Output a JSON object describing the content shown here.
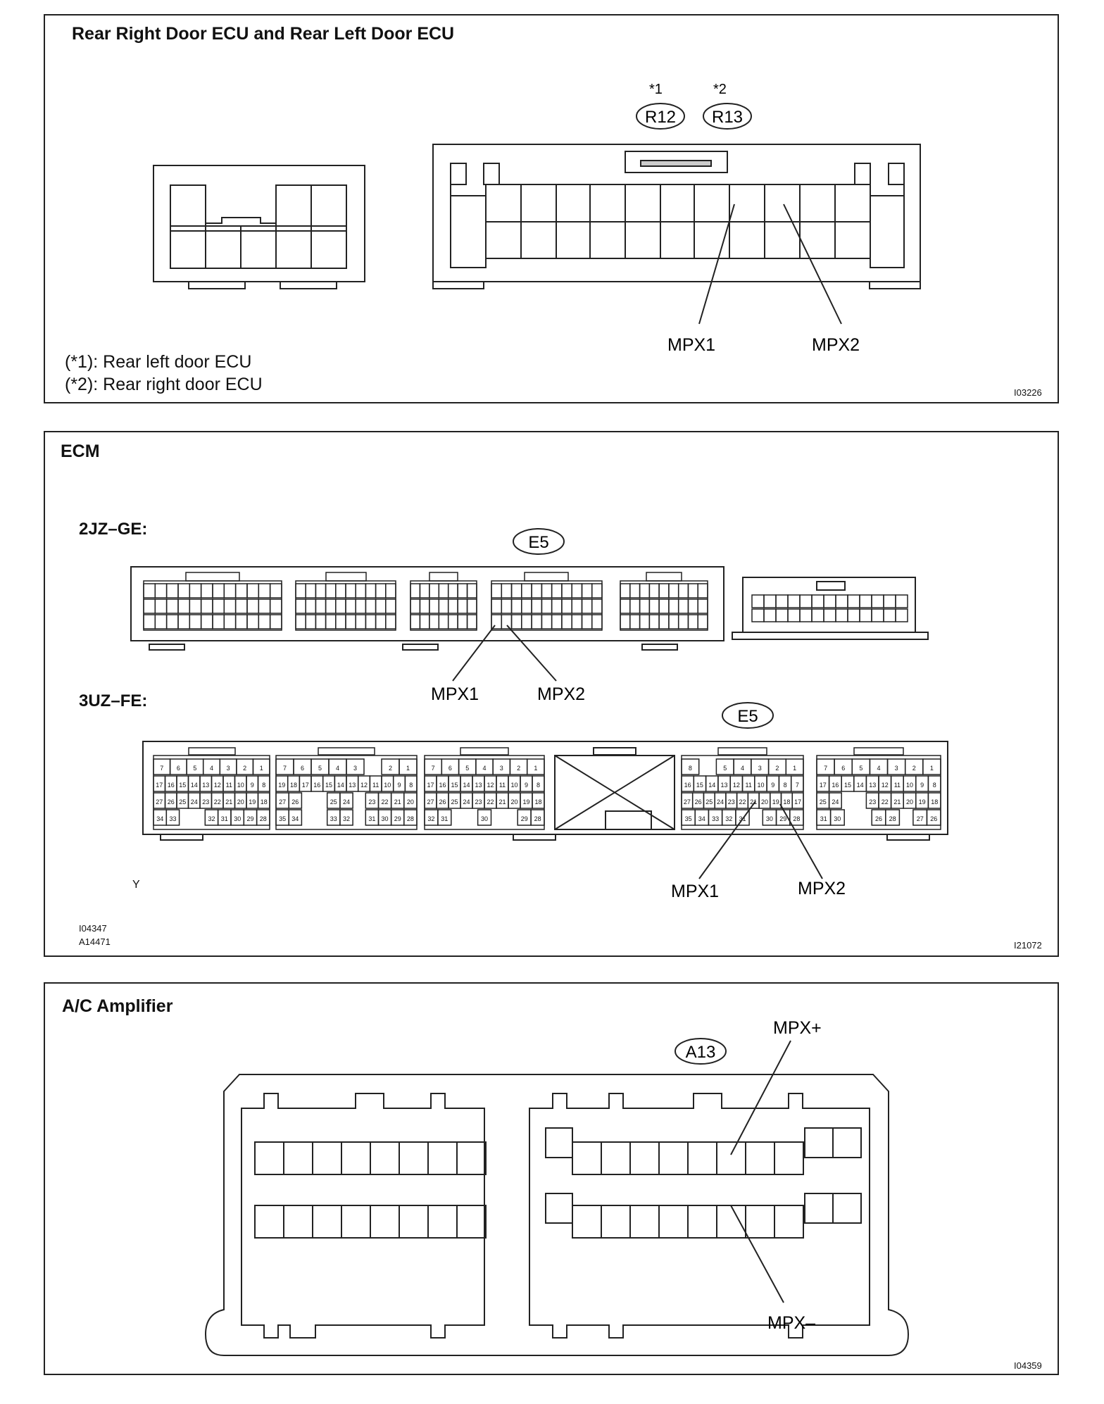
{
  "panels": {
    "door": {
      "title": "Rear Right Door ECU and Rear Left Door ECU",
      "note_marks": [
        "*1",
        "*2"
      ],
      "connectors": [
        "R12",
        "R13"
      ],
      "pin_labels": [
        "MPX1",
        "MPX2"
      ],
      "footnotes": [
        "(*1): Rear left door ECU",
        "(*2): Rear right door ECU"
      ],
      "code": "I03226"
    },
    "ecm": {
      "title": "ECM",
      "engine_1": "2JZ–GE:",
      "engine_2": "3UZ–FE:",
      "connector_1": "E5",
      "connector_2": "E5",
      "pin_labels_1": [
        "MPX1",
        "MPX2"
      ],
      "pin_labels_2": [
        "MPX1",
        "MPX2"
      ],
      "stray_mark": "Y",
      "codes_left": [
        "I04347",
        "A14471"
      ],
      "code": "I21072",
      "pin_rows": {
        "c1": [
          [
            "7",
            "6",
            "5",
            "4",
            "3",
            "2",
            "1"
          ],
          [
            "17",
            "16",
            "15",
            "14",
            "13",
            "12",
            "11",
            "10",
            "9",
            "8"
          ],
          [
            "27",
            "26",
            "25",
            "24",
            "23",
            "22",
            "21",
            "20",
            "19",
            "18"
          ],
          [
            "34",
            "33",
            "",
            "",
            "32",
            "31",
            "30",
            "29",
            "28"
          ]
        ],
        "c2": [
          [
            "7",
            "6",
            "5",
            "4",
            "3",
            "",
            "2",
            "1"
          ],
          [
            "19",
            "18",
            "17",
            "16",
            "15",
            "14",
            "13",
            "12",
            "11",
            "10",
            "9",
            "8"
          ],
          [
            "27",
            "26",
            "",
            "",
            "25",
            "24",
            "",
            "23",
            "22",
            "21",
            "20"
          ],
          [
            "35",
            "34",
            "",
            "",
            "33",
            "32",
            "",
            "31",
            "30",
            "29",
            "28"
          ]
        ],
        "c3": [
          [
            "7",
            "6",
            "5",
            "4",
            "3",
            "2",
            "1"
          ],
          [
            "17",
            "16",
            "15",
            "14",
            "13",
            "12",
            "11",
            "10",
            "9",
            "8"
          ],
          [
            "27",
            "26",
            "25",
            "24",
            "23",
            "22",
            "21",
            "20",
            "19",
            "18"
          ],
          [
            "32",
            "31",
            "",
            "",
            "30",
            "",
            "",
            "29",
            "28"
          ]
        ],
        "c5": [
          [
            "8",
            "",
            "5",
            "4",
            "3",
            "2",
            "1"
          ],
          [
            "16",
            "15",
            "14",
            "13",
            "12",
            "11",
            "10",
            "9",
            "8",
            "7"
          ],
          [
            "27",
            "26",
            "25",
            "24",
            "23",
            "22",
            "21",
            "20",
            "19",
            "18",
            "17"
          ],
          [
            "35",
            "34",
            "33",
            "32",
            "31",
            "",
            "30",
            "29",
            "28"
          ]
        ],
        "c6": [
          [
            "7",
            "6",
            "5",
            "4",
            "3",
            "2",
            "1"
          ],
          [
            "17",
            "16",
            "15",
            "14",
            "13",
            "12",
            "11",
            "10",
            "9",
            "8"
          ],
          [
            "25",
            "24",
            "",
            "",
            "23",
            "22",
            "21",
            "20",
            "19",
            "18"
          ],
          [
            "31",
            "30",
            "",
            "",
            "26",
            "28",
            "",
            "27",
            "26"
          ]
        ]
      }
    },
    "ac": {
      "title": "A/C Amplifier",
      "connector": "A13",
      "pin_labels": [
        "MPX+",
        "MPX–"
      ],
      "code": "I04359"
    }
  }
}
